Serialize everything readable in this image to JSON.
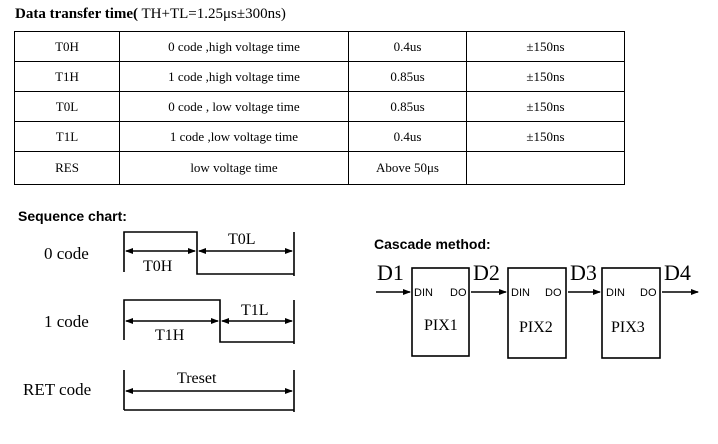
{
  "title": {
    "bold": "Data transfer time(",
    "rest": " TH+TL=1.25μs±300ns)"
  },
  "table": {
    "rows": [
      [
        "T0H",
        "0 code ,high voltage time",
        "0.4us",
        "±150ns"
      ],
      [
        "T1H",
        "1 code ,high voltage time",
        "0.85us",
        "±150ns"
      ],
      [
        "T0L",
        "0 code , low voltage time",
        "0.85us",
        "±150ns"
      ],
      [
        "T1L",
        "1 code ,low voltage time",
        "0.4us",
        "±150ns"
      ],
      [
        "RES",
        "low voltage time",
        "Above 50μs",
        ""
      ]
    ]
  },
  "sequence": {
    "heading": "Sequence chart:",
    "code0": {
      "label": "0 code",
      "high": "T0H",
      "low": "T0L"
    },
    "code1": {
      "label": "1 code",
      "high": "T1H",
      "low": "T1L"
    },
    "ret": {
      "label": "RET code",
      "time": "Treset"
    }
  },
  "cascade": {
    "heading": "Cascade method:",
    "nodes": [
      "D1",
      "D2",
      "D3",
      "D4"
    ],
    "pixels": [
      {
        "name": "PIX1",
        "din": "DIN",
        "do": "DO"
      },
      {
        "name": "PIX2",
        "din": "DIN",
        "do": "DO"
      },
      {
        "name": "PIX3",
        "din": "DIN",
        "do": "DO"
      }
    ]
  }
}
